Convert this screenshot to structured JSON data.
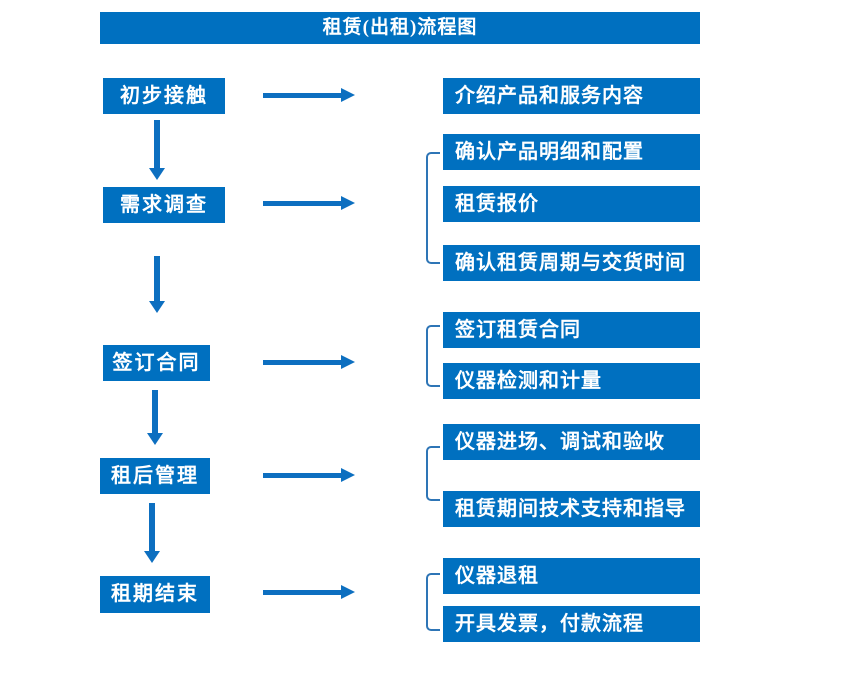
{
  "title": "租赁(出租)流程图",
  "colors": {
    "primary": "#0070C0",
    "arrow": "#0D6FC0",
    "bracket": "#2E75B6",
    "text": "#FFFFFF"
  },
  "stages": [
    {
      "label": "初步接触",
      "outputs": [
        "介绍产品和服务内容"
      ]
    },
    {
      "label": "需求调查",
      "outputs": [
        "确认产品明细和配置",
        "租赁报价",
        "确认租赁周期与交货时间"
      ]
    },
    {
      "label": "签订合同",
      "outputs": [
        "签订租赁合同",
        "仪器检测和计量"
      ]
    },
    {
      "label": "租后管理",
      "outputs": [
        "仪器进场、调试和验收",
        "租赁期间技术支持和指导"
      ]
    },
    {
      "label": "租期结束",
      "outputs": [
        "仪器退租",
        "开具发票，付款流程"
      ]
    }
  ]
}
